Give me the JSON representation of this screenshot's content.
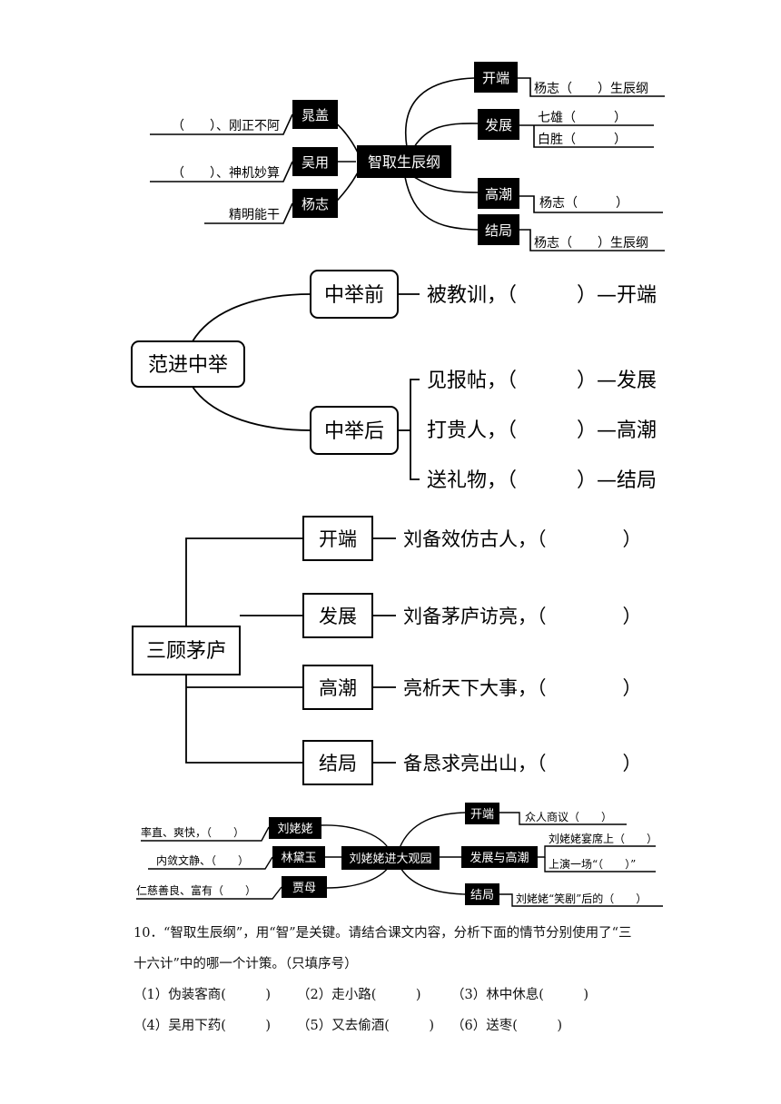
{
  "map1": {
    "center": "智取生辰纲",
    "left": [
      {
        "node": "晁盖",
        "text": "（　　）、刚正不阿"
      },
      {
        "node": "吴用",
        "text": "（　　）、神机妙算"
      },
      {
        "node": "杨志",
        "text": "精明能干"
      }
    ],
    "right": [
      {
        "node": "开端",
        "lines": [
          "杨志（　　）生辰纲"
        ]
      },
      {
        "node": "发展",
        "lines": [
          "七雄（　　　）",
          "白胜（　　　）"
        ]
      },
      {
        "node": "高潮",
        "lines": [
          "杨志（　　　）"
        ]
      },
      {
        "node": "结局",
        "lines": [
          "杨志（　　）生辰纲"
        ]
      }
    ]
  },
  "map2": {
    "center": "范进中举",
    "before": {
      "node": "中举前",
      "items": [
        "被教训，（　　　）—开端"
      ]
    },
    "after": {
      "node": "中举后",
      "items": [
        "见报帖，（　　　）—发展",
        "打贵人，（　　　）—高潮",
        "送礼物，（　　　）—结局"
      ]
    }
  },
  "map3": {
    "center": "三顾茅庐",
    "branches": [
      {
        "node": "开端",
        "text": "刘备效仿古人，（　　　　）"
      },
      {
        "node": "发展",
        "text": "刘备茅庐访亮，（　　　　）"
      },
      {
        "node": "高潮",
        "text": "亮析天下大事，（　　　　）"
      },
      {
        "node": "结局",
        "text": "备恳求亮出山，（　　　　）"
      }
    ]
  },
  "map4": {
    "center": "刘姥姥进大观园",
    "left": [
      {
        "node": "刘姥姥",
        "text": "率直、爽快，（　　）"
      },
      {
        "node": "林黛玉",
        "text": "内敛文静、（　　）"
      },
      {
        "node": "贾母",
        "text": "仁慈善良、富有（　　）"
      }
    ],
    "right": [
      {
        "node": "开端",
        "lines": [
          "众人商议（　　）"
        ]
      },
      {
        "node": "发展与高潮",
        "lines": [
          "刘姥姥宴席上（　　）",
          "上演一场“（　　）”"
        ]
      },
      {
        "node": "结局",
        "lines": [
          "刘姥姥“笑剧”后的（　　）"
        ]
      }
    ]
  },
  "question": {
    "line1": "10．“智取生辰纲”，用“智”是关键。请结合课文内容，分析下面的情节分别使用了“三",
    "line2": "十六计”中的哪一个计策。（只填序号）",
    "items": [
      "（1）伪装客商(　　　)",
      "（2）走小路(　　　)",
      "（3）林中休息(　　　)",
      "（4）吴用下药(　　　)",
      "（5）又去偷酒(　　　)",
      "（6）送枣(　　　)"
    ]
  }
}
